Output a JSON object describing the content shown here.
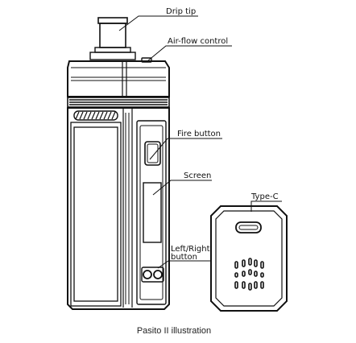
{
  "labels": {
    "drip_tip": "Drip tip",
    "air_flow": "Air-flow control",
    "fire_button": "Fire button",
    "screen": "Screen",
    "type_c": "Type-C",
    "lr_button_line1": "Left/Right",
    "lr_button_line2": "button"
  },
  "caption": "Pasito II illustration"
}
